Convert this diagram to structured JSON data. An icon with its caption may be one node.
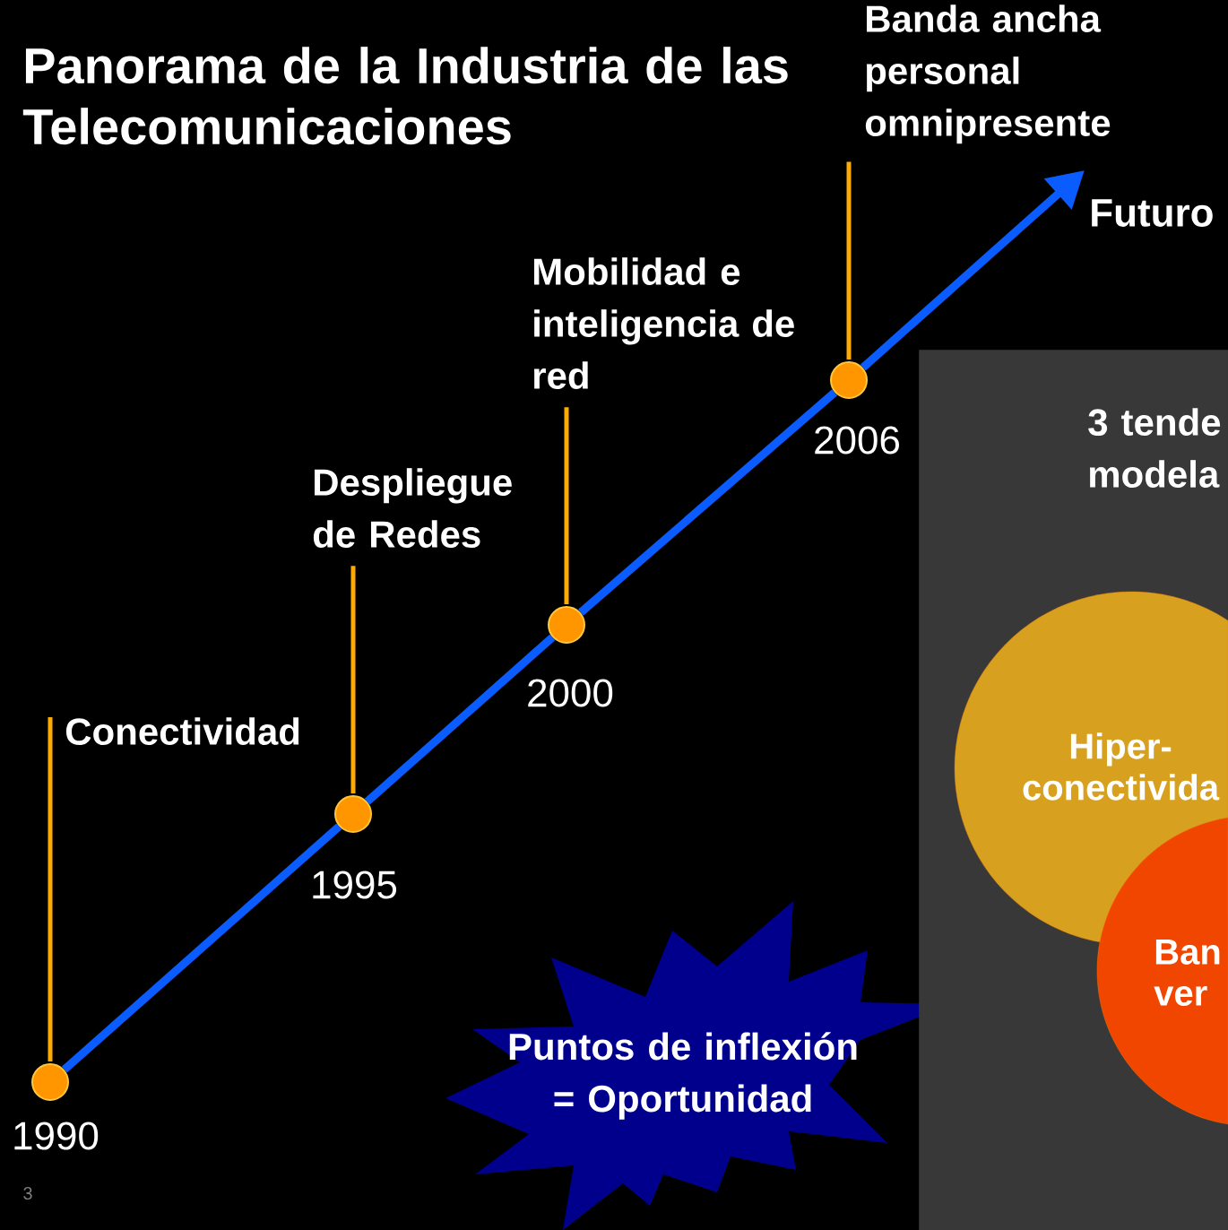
{
  "diagram": {
    "title": "Panorama de la Industria de las Telecomunicaciones",
    "nodes": [
      {
        "text": [
          "Conectividad"
        ]
      },
      {
        "text": [],
        "shape": "circle",
        "beside": [
          "1990"
        ]
      },
      {
        "text": [
          "Despliegue de Redes"
        ]
      },
      {
        "text": [],
        "shape": "circle",
        "beside": [
          "1995"
        ]
      },
      {
        "text": [
          "Mobilidad e inteligencia de red"
        ]
      },
      {
        "text": [],
        "shape": "circle",
        "beside": [
          "2000"
        ]
      },
      {
        "text": [
          "Banda ancha personal omnipresente"
        ]
      },
      {
        "text": [],
        "shape": "circle",
        "beside": [
          "2006"
        ]
      },
      {
        "text": [
          "Futuro"
        ]
      },
      {
        "text": [
          "Puntos de inflexión = Oportunidad"
        ]
      },
      {
        "text": [
          "3 tende modela"
        ]
      },
      {
        "text": [
          "Hiper- conectivida"
        ],
        "in": 10
      },
      {
        "text": [
          "Ban ver"
        ],
        "in": 10
      }
    ],
    "edges": [
      {
        "from": 0,
        "to": 1,
        "arrow": "none",
        "color": "#ffaa00"
      },
      {
        "from": 2,
        "to": 3,
        "arrow": "none",
        "color": "#ffaa00"
      },
      {
        "from": 4,
        "to": 5,
        "arrow": "none",
        "color": "#ffaa00"
      },
      {
        "from": 6,
        "to": 7,
        "arrow": "none",
        "color": "#ffaa00"
      },
      {
        "from": 1,
        "to": 3,
        "arrow": "none",
        "style": "thick",
        "color": "#0a5cff"
      },
      {
        "from": 3,
        "to": 5,
        "arrow": "none",
        "style": "thick",
        "color": "#0a5cff"
      },
      {
        "from": 5,
        "to": 7,
        "arrow": "none",
        "style": "thick",
        "color": "#0a5cff"
      },
      {
        "from": 7,
        "to": 8,
        "arrow": "to",
        "style": "thick",
        "color": "#0a5cff"
      }
    ],
    "labels": [
      "3"
    ]
  }
}
